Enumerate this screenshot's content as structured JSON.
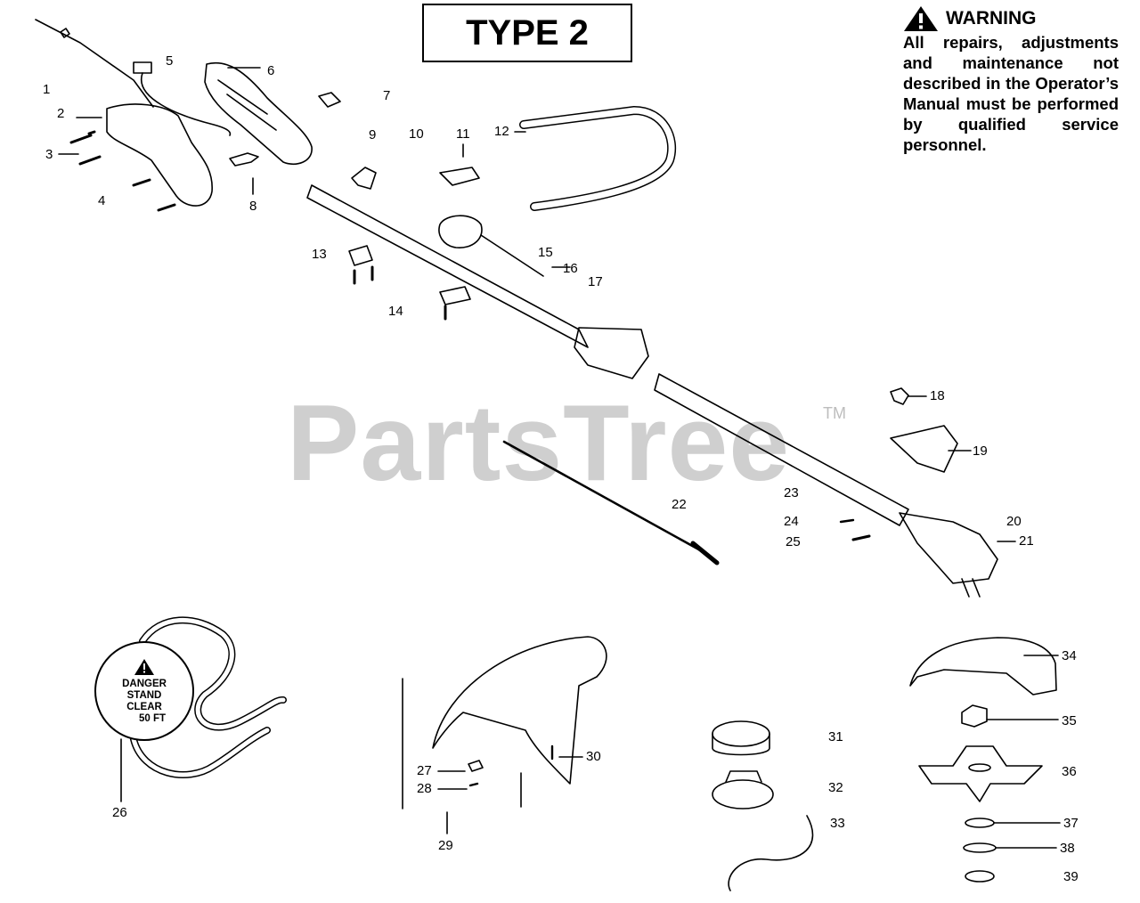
{
  "header": {
    "type_label": "TYPE 2"
  },
  "warning": {
    "title": "WARNING",
    "body": "All repairs, adjustments and maintenance not described in the Operator’s Manual must be performed by qualified service personnel."
  },
  "watermark": {
    "brand": "PartsTree",
    "trademark": "TM"
  },
  "decal": {
    "line1": "DANGER",
    "line2": "STAND",
    "line3": "CLEAR",
    "line4": "50 FT"
  },
  "callouts": [
    "1",
    "2",
    "3",
    "4",
    "5",
    "6",
    "7",
    "8",
    "9",
    "10",
    "11",
    "12",
    "13",
    "14",
    "15",
    "16",
    "17",
    "18",
    "19",
    "20",
    "21",
    "22",
    "23",
    "24",
    "25",
    "26",
    "27",
    "28",
    "29",
    "30",
    "31",
    "32",
    "33",
    "34",
    "35",
    "36",
    "37",
    "38",
    "39"
  ],
  "colors": {
    "ink": "#000000",
    "watermark": "#cfcfcf"
  }
}
